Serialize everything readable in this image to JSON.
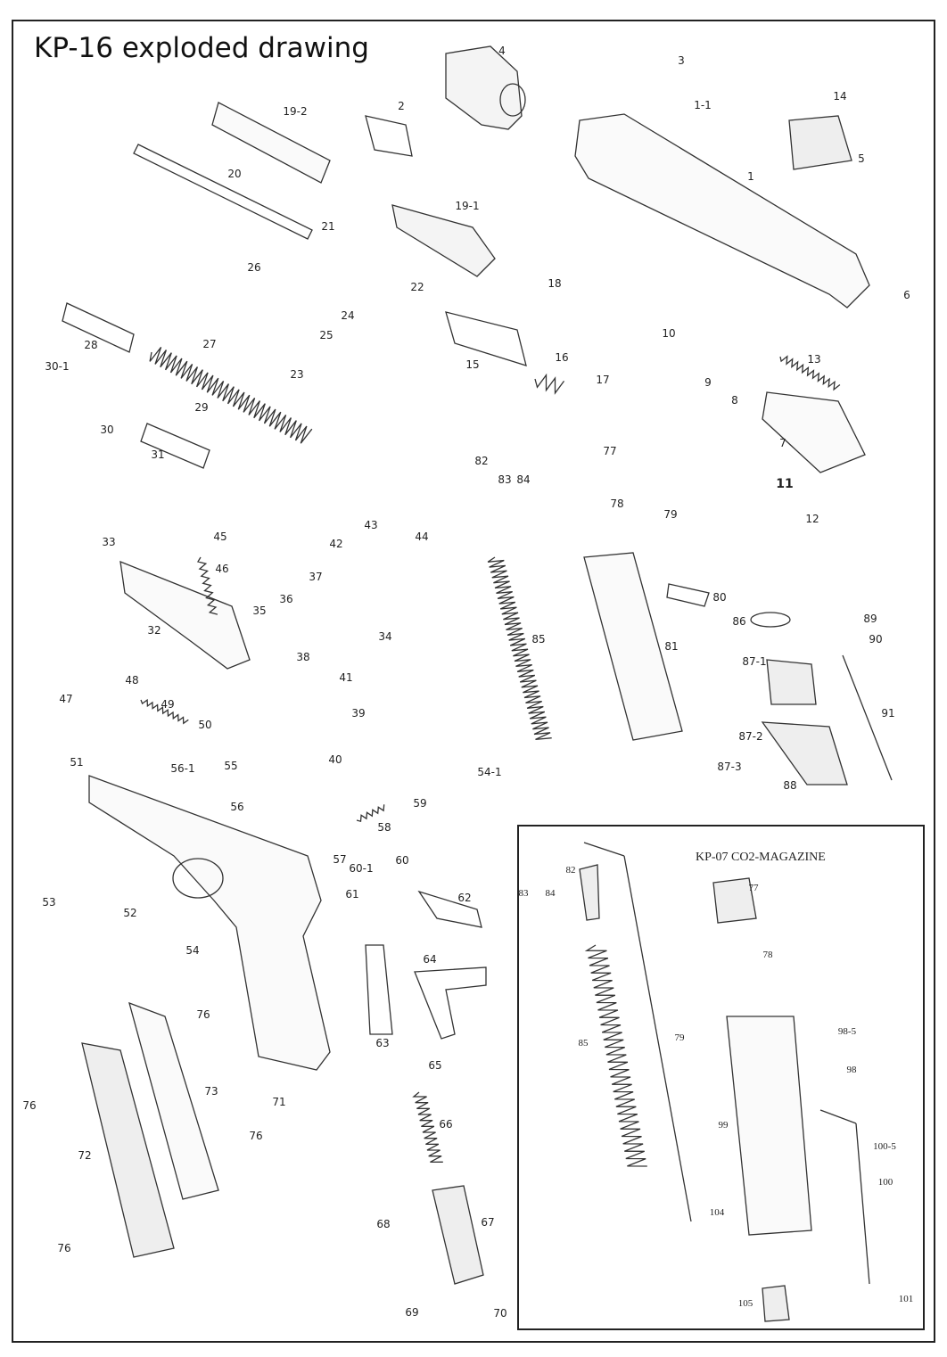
{
  "title": "KP-16 exploded drawing",
  "inset_title": "KP-07  CO2-MAGAZINE",
  "labels": [
    "4",
    "3",
    "1-1",
    "14",
    "5",
    "19-2",
    "2",
    "20",
    "1",
    "19-1",
    "21",
    "26",
    "22",
    "18",
    "6",
    "24",
    "25",
    "27",
    "28",
    "10",
    "13",
    "15",
    "16",
    "23",
    "30-1",
    "9",
    "17",
    "8",
    "29",
    "30",
    "7",
    "31",
    "77",
    "82",
    "83",
    "84",
    "11",
    "78",
    "79",
    "12",
    "33",
    "45",
    "43",
    "44",
    "42",
    "46",
    "37",
    "36",
    "80",
    "86",
    "89",
    "35",
    "32",
    "34",
    "85",
    "90",
    "81",
    "87-1",
    "38",
    "41",
    "48",
    "49",
    "47",
    "39",
    "91",
    "50",
    "87-2",
    "51",
    "40",
    "56-1",
    "55",
    "54-1",
    "87-3",
    "88",
    "59",
    "56",
    "58",
    "57",
    "60-1",
    "60",
    "61",
    "62",
    "53",
    "52",
    "54",
    "64",
    "76",
    "63",
    "73",
    "65",
    "71",
    "76",
    "66",
    "76",
    "72",
    "68",
    "67",
    "76",
    "69",
    "70"
  ],
  "inset_labels": [
    "82",
    "83",
    "84",
    "77",
    "78",
    "79",
    "98-5",
    "98",
    "85",
    "99",
    "100-5",
    "100",
    "104",
    "105",
    "101"
  ]
}
